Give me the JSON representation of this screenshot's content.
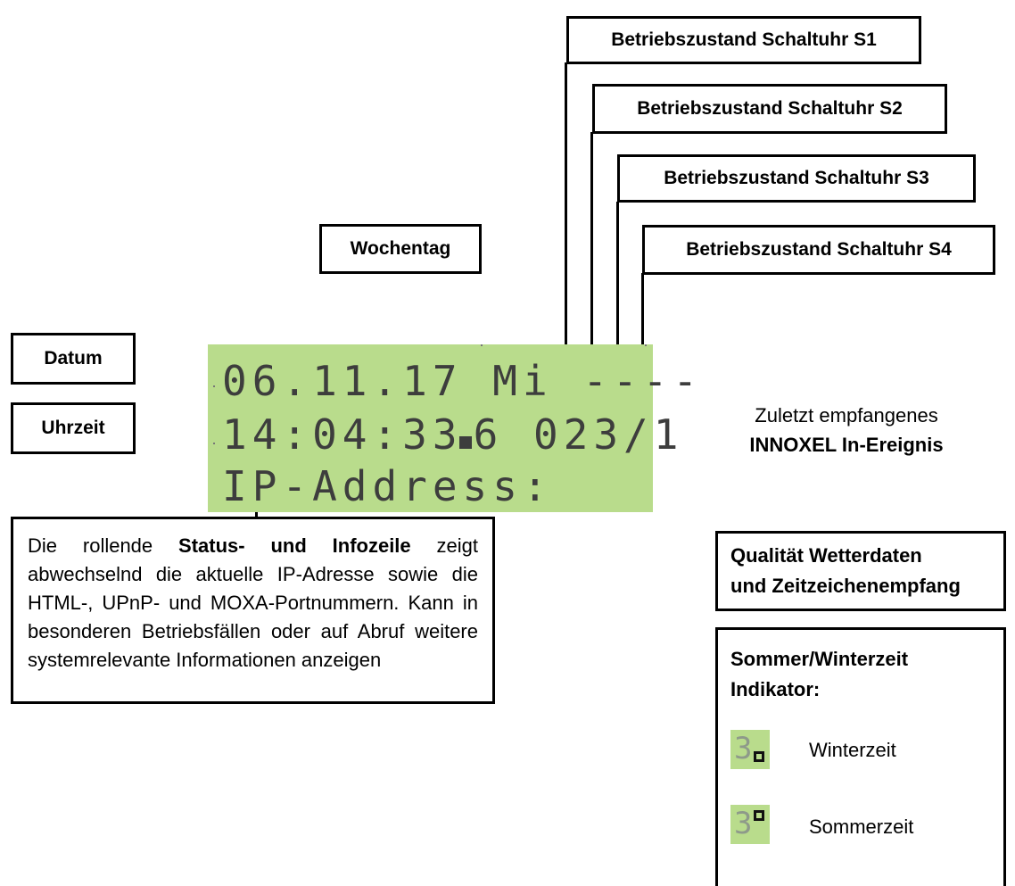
{
  "labels": {
    "s1": "Betriebszustand Schaltuhr S1",
    "s2": "Betriebszustand Schaltuhr S2",
    "s3": "Betriebszustand Schaltuhr S3",
    "s4": "Betriebszustand Schaltuhr S4",
    "wochentag": "Wochentag",
    "datum": "Datum",
    "uhrzeit": "Uhrzeit",
    "qualitaet_line1": "Qualität Wetterdaten",
    "qualitaet_line2": "und Zeitzeichenempfang"
  },
  "event": {
    "line1": "Zuletzt empfangenes",
    "line2": "INNOXEL In-Ereignis"
  },
  "lcd": {
    "row1": "06.11.17 Mi ----",
    "row2_a": "14:04:33",
    "row2_b": "6 023/1",
    "row3": "IP-Address:"
  },
  "status_info": {
    "pre": "Die rollende ",
    "bold": "Status- und Infozeile",
    "post": " zeigt abwechselnd die aktuelle IP-Adresse sowie die HTML-, UPnP- und MOXA-Portnummern. Kann in besonderen Betriebsfällen oder auf Abruf weitere systemrelevante Informationen anzeigen"
  },
  "dst_indicator": {
    "title_line1": "Sommer/Winterzeit",
    "title_line2": "Indikator:",
    "winter_label": "Winterzeit",
    "summer_label": "Sommerzeit",
    "swatch_digit": "3"
  },
  "colors": {
    "lcd_background": "#b9dc8c",
    "lcd_text": "#3d3d3d"
  }
}
